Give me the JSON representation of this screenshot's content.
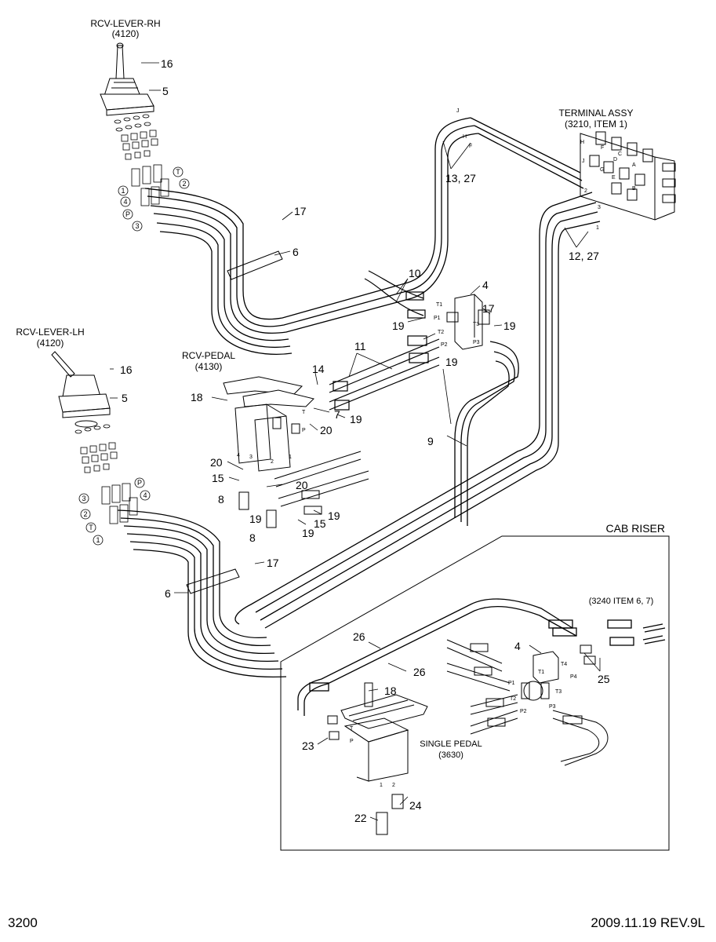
{
  "labels": {
    "rcv_lever_rh": "RCV-LEVER-RH",
    "rcv_lever_rh_code": "(4120)",
    "rcv_lever_lh": "RCV-LEVER-LH",
    "rcv_lever_lh_code": "(4120)",
    "rcv_pedal": "RCV-PEDAL",
    "rcv_pedal_code": "(4130)",
    "terminal_assy": "TERMINAL ASSY",
    "terminal_assy_ref": "(3210, ITEM 1)",
    "cab_riser": "CAB RISER",
    "item_ref": "(3240 ITEM 6, 7)",
    "single_pedal": "SINGLE PEDAL",
    "single_pedal_code": "(3630)"
  },
  "callouts": {
    "c16a": "16",
    "c5a": "5",
    "c17a": "17",
    "c6a": "6",
    "c10": "10",
    "c4a": "4",
    "c17b": "17",
    "c19a": "19",
    "c19b": "19",
    "c19c": "19",
    "c11": "11",
    "c14": "14",
    "c18a": "18",
    "c20a": "20",
    "c7": "7",
    "c19d": "19",
    "c9": "9",
    "c16b": "16",
    "c5b": "5",
    "c20b": "20",
    "c15a": "15",
    "c8a": "8",
    "c20c": "20",
    "c19e": "19",
    "c15b": "15",
    "c19f": "19",
    "c8b": "8",
    "c19g": "19",
    "c17c": "17",
    "c6b": "6",
    "c13_27": "13, 27",
    "c12_27": "12, 27",
    "c26a": "26",
    "c26b": "26",
    "c4b": "4",
    "c25": "25",
    "c18b": "18",
    "c23": "23",
    "c24": "24",
    "c22": "22"
  },
  "port_circles_rh": [
    "1",
    "4",
    "P",
    "3",
    "T",
    "2"
  ],
  "port_circles_lh": [
    "3",
    "2",
    "T",
    "1",
    "P",
    "4"
  ],
  "ports": {
    "t1": "T1",
    "p1": "P1",
    "t2": "T2",
    "p2": "P2",
    "t3": "T3",
    "p3": "P3",
    "t4": "T4",
    "p4": "P4",
    "t": "T",
    "p": "P",
    "p_s": "P",
    "t_s": "T",
    "n1": "1",
    "n2": "2",
    "n3": "3",
    "n4": "4",
    "n1s": "1",
    "n2s": "2",
    "A": "A",
    "B": "B",
    "C": "C",
    "D": "D",
    "E": "E",
    "F": "F",
    "G": "G",
    "H": "H",
    "J": "J",
    "tf": "F",
    "th": "H",
    "tj": "J",
    "t1b": "1",
    "t2b": "2",
    "t3b": "3"
  },
  "footer": {
    "page_number": "3200",
    "revision": "2009.11.19  REV.9L"
  }
}
